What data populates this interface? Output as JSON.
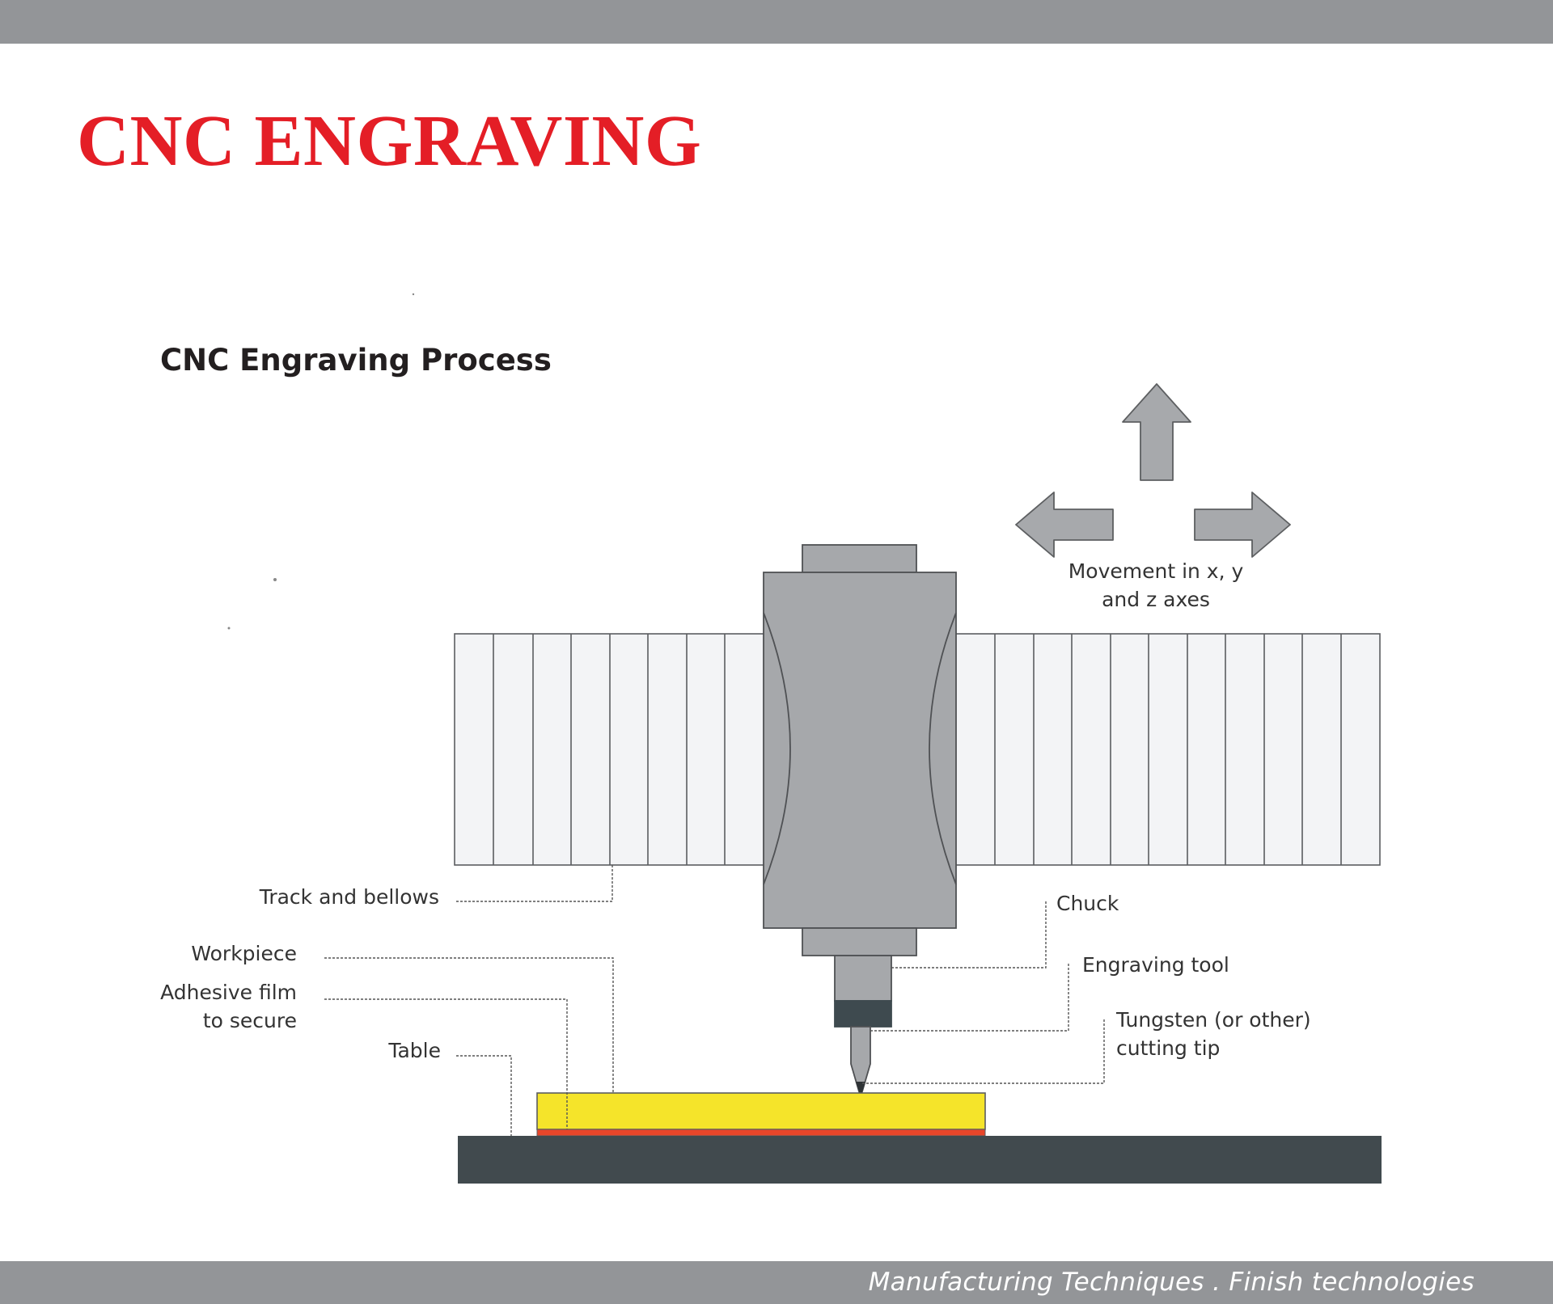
{
  "title": "CNC ENGRAVING",
  "footer": "Manufacturing Techniques . Finish technologies",
  "diagram": {
    "subtitle": "CNC Engraving Process",
    "movement_label_line1": "Movement in x, y",
    "movement_label_line2": "and z axes",
    "labels": {
      "track_and_bellows": "Track and bellows",
      "workpiece": "Workpiece",
      "adhesive_film_line1": "Adhesive film",
      "adhesive_film_line2": "to secure",
      "table": "Table",
      "chuck": "Chuck",
      "engraving_tool": "Engraving tool",
      "tip_line1": "Tungsten (or other)",
      "tip_line2": "cutting tip"
    },
    "colors": {
      "title_red": "#e41e26",
      "bar_gray": "#939598",
      "spindle_gray": "#a6a8ab",
      "bellows_fill": "#f3f4f6",
      "workpiece_yellow": "#f5e42a",
      "adhesive_red": "#e8462a",
      "table_dark": "#414a4e",
      "arrow_gray": "#a7a9ac"
    }
  }
}
